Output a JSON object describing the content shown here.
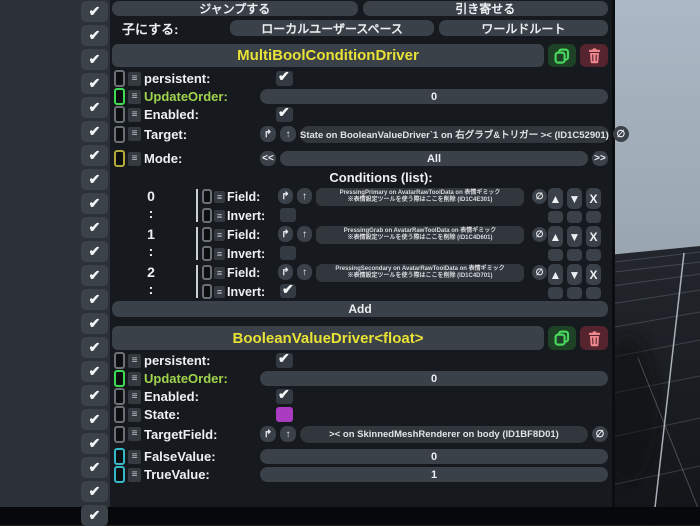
{
  "left_rail": {
    "check_count": 22,
    "check_glyph": "✔"
  },
  "glyphs": {
    "menu": "≡",
    "check": "✔",
    "colon": ":",
    "jump_to": "↱",
    "parent_up": "↑",
    "null": "∅",
    "prev": "<<",
    "next": ">>",
    "up": "▲",
    "down": "▼",
    "remove": "X"
  },
  "colors": {
    "header_title": "#e9e236",
    "driven_label": "#a0d44e",
    "state_swatch": "#a93cc0",
    "copy_icon": "#49d65c",
    "trash_icon": "#f0888f",
    "panel_bg": "#16191d"
  },
  "toolbar": {
    "jump_label": "ジャンプする",
    "pull_label": "引き寄せる",
    "parent_label": "子にする:",
    "local_space_label": "ローカルユーザースペース",
    "world_root_label": "ワールドルート"
  },
  "c1": {
    "title": "MultiBoolConditionDriver",
    "persistent": {
      "label": "persistent:",
      "check": "✔"
    },
    "update_order": {
      "label": "UpdateOrder:",
      "value": "0"
    },
    "enabled": {
      "label": "Enabled:",
      "check": "✔"
    },
    "target": {
      "label": "Target:",
      "ref": "State on BooleanValueDriver`1 on 右グラブ&トリガー >< (ID1C52901)"
    },
    "mode": {
      "label": "Mode:",
      "value": "All"
    },
    "conditions": {
      "header": "Conditions (list):",
      "add_label": "Add",
      "items": [
        {
          "index": "0",
          "field_label": "Field:",
          "invert_label": "Invert:",
          "ref_line1": "PressingPrimary on AvatarRawToolData on 表情ギミック",
          "ref_line2": "※表情設定ツールを使う際はここを削除 (ID1C4E301)",
          "invert_check": ""
        },
        {
          "index": "1",
          "field_label": "Field:",
          "invert_label": "Invert:",
          "ref_line1": "PressingGrab on AvatarRawToolData on 表情ギミック",
          "ref_line2": "※表情設定ツールを使う際はここを削除 (ID1C4D601)",
          "invert_check": ""
        },
        {
          "index": "2",
          "field_label": "Field:",
          "invert_label": "Invert:",
          "ref_line1": "PressingSecondary on AvatarRawToolData on 表情ギミック",
          "ref_line2": "※表情設定ツールを使う際はここを削除 (ID1C4D701)",
          "invert_check": "✔"
        }
      ]
    }
  },
  "c2": {
    "title": "BooleanValueDriver<float>",
    "persistent": {
      "label": "persistent:",
      "check": "✔"
    },
    "update_order": {
      "label": "UpdateOrder:",
      "value": "0"
    },
    "enabled": {
      "label": "Enabled:",
      "check": "✔"
    },
    "state": {
      "label": "State:"
    },
    "target_field": {
      "label": "TargetField:",
      "ref": ">< on SkinnedMeshRenderer on body (ID1BF8D01)"
    },
    "false_value": {
      "label": "FalseValue:",
      "value": "0"
    },
    "true_value": {
      "label": "TrueValue:",
      "value": "1"
    }
  }
}
